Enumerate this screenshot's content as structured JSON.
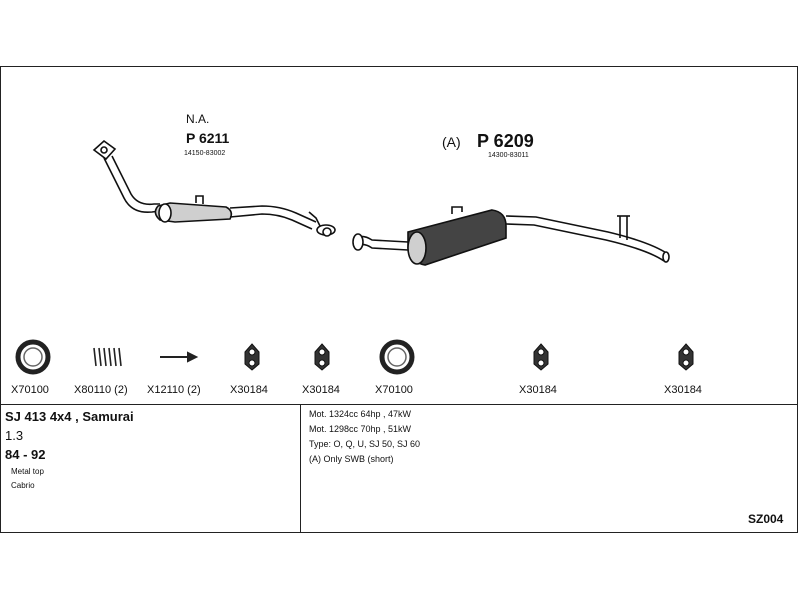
{
  "diagram": {
    "left_assembly": {
      "variant": "N.A.",
      "part_number": "P 6211",
      "oem_number": "14150-83002"
    },
    "right_assembly": {
      "prefix": "(A)",
      "part_number": "P 6209",
      "oem_number": "14300-83011"
    },
    "hardware": [
      {
        "code": "X70100",
        "icon": "gasket-ring-icon"
      },
      {
        "code": "X80110 (2)",
        "icon": "spring-icon"
      },
      {
        "code": "X12110 (2)",
        "icon": "bolt-icon"
      },
      {
        "code": "X30184",
        "icon": "rubber-hanger-icon"
      },
      {
        "code": "X30184",
        "icon": "rubber-hanger-icon"
      },
      {
        "code": "X70100",
        "icon": "gasket-ring-icon"
      },
      {
        "code": "X30184",
        "icon": "rubber-hanger-icon"
      },
      {
        "code": "X30184",
        "icon": "rubber-hanger-icon"
      }
    ]
  },
  "vehicle": {
    "model": "SJ 413 4x4 , Samurai",
    "engine": "1.3",
    "years": "84 - 92",
    "note1": "Metal top",
    "note2": "Cabrio"
  },
  "specs": {
    "line1": "Mot. 1324cc 64hp , 47kW",
    "line2": "Mot. 1298cc 70hp , 51kW",
    "line3": "Type: O, Q, U, SJ 50, SJ 60",
    "line4": "(A) Only SWB (short)"
  },
  "diagram_code": "SZ004"
}
